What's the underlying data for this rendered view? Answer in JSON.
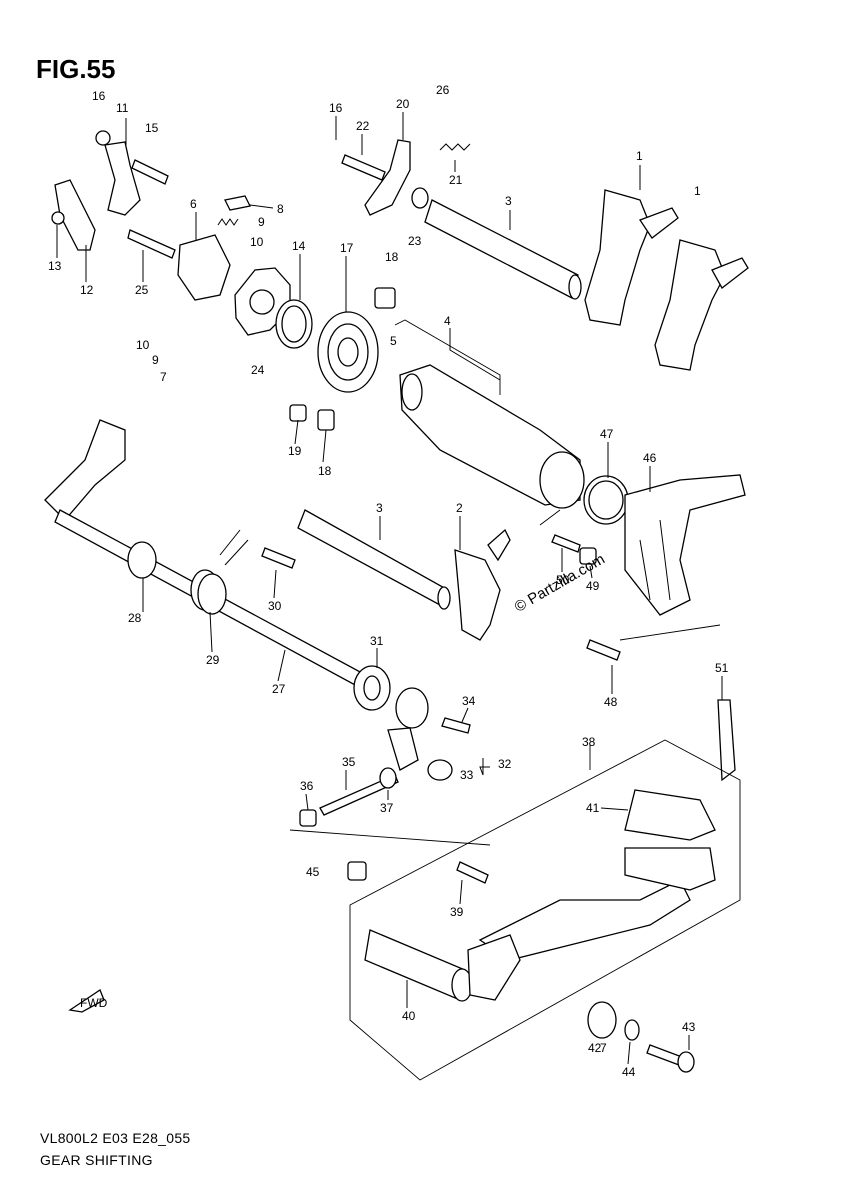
{
  "header": {
    "fig": "FIG.55"
  },
  "footer": {
    "code": "VL800L2 E03 E28_055",
    "title": "GEAR SHIFTING"
  },
  "watermark": "© Partzilla.com",
  "fwd_label": "FWD",
  "callouts": {
    "c1a": "1",
    "c1b": "1",
    "c2": "2",
    "c3a": "3",
    "c3b": "3",
    "c4": "4",
    "c5": "5",
    "c6": "6",
    "c7a": "7",
    "c7b": "7",
    "c8": "8",
    "c9a": "9",
    "c9b": "9",
    "c10a": "10",
    "c10b": "10",
    "c11": "11",
    "c12": "12",
    "c13": "13",
    "c15": "15",
    "c16a": "16",
    "c16b": "16",
    "c17": "17",
    "c18a": "18",
    "c18b": "18",
    "c19": "19",
    "c20": "20",
    "c21": "21",
    "c22": "22",
    "c23": "23",
    "c24": "24",
    "c25": "25",
    "c26": "26",
    "c27": "27",
    "c28": "28",
    "c29": "29",
    "c30": "30",
    "c31": "31",
    "c32": "32",
    "c33": "33",
    "c34": "34",
    "c35": "35",
    "c36": "36",
    "c37": "37",
    "c38": "38",
    "c39": "39",
    "c40": "40",
    "c41": "41",
    "c42": "42",
    "c43": "43",
    "c44": "44",
    "c45": "45",
    "c46": "46",
    "c47": "47",
    "c48": "48",
    "c49": "49",
    "c50": "50",
    "c51": "51",
    "c14": "14"
  }
}
